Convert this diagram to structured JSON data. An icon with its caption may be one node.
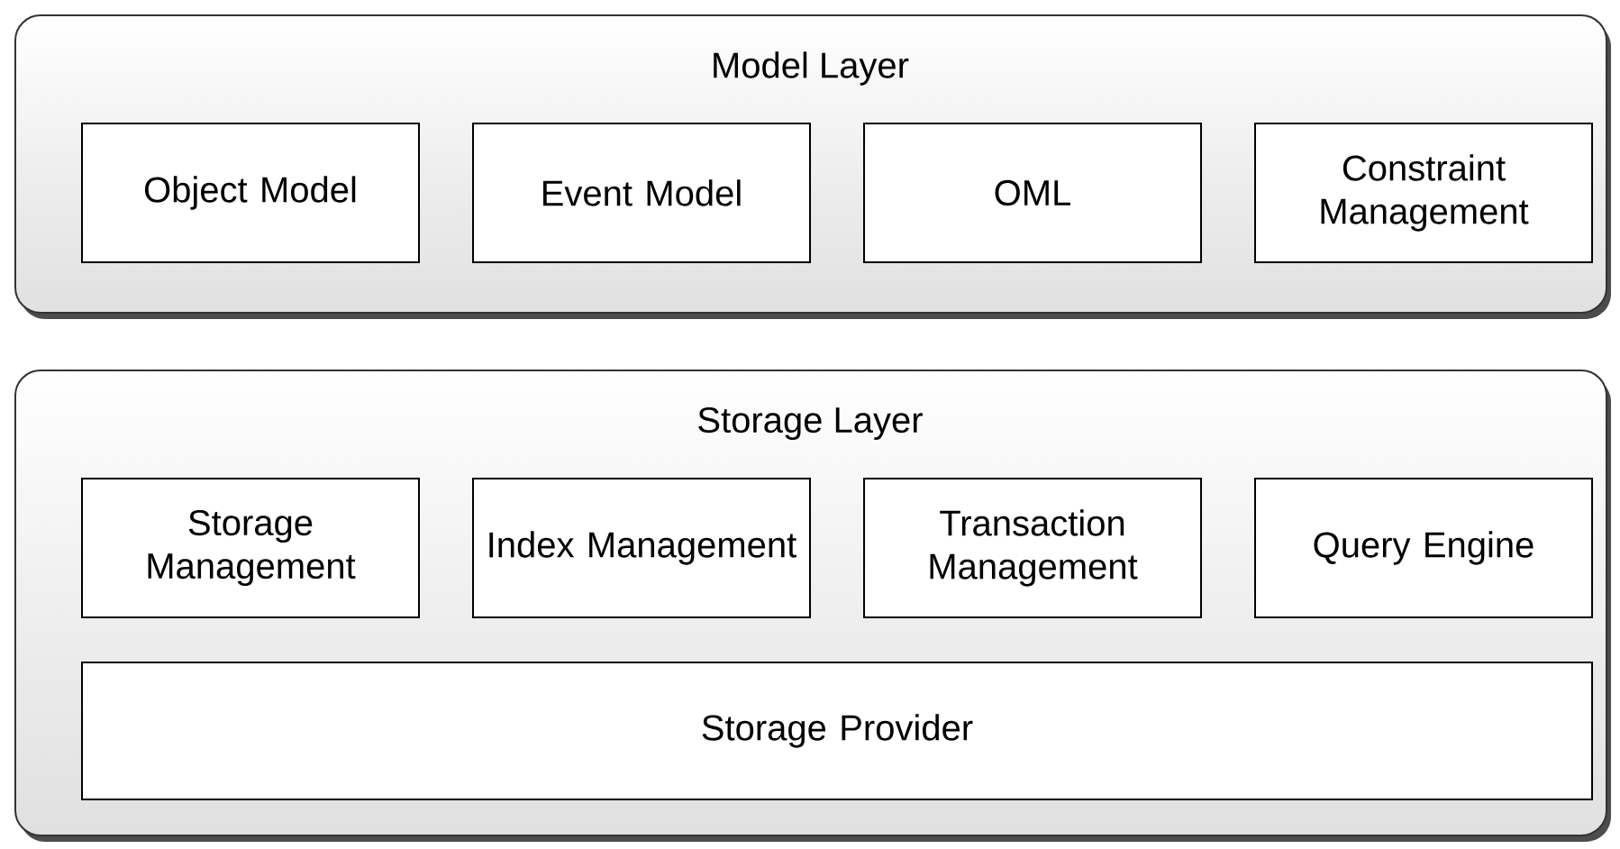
{
  "diagram": {
    "nodes": [
      {
        "text": [
          "Model Layer"
        ]
      },
      {
        "text": [
          "Object Model"
        ],
        "in": 0
      },
      {
        "text": [
          "Event Model"
        ],
        "in": 0
      },
      {
        "text": [
          "OML"
        ],
        "in": 0
      },
      {
        "text": [
          "Constraint Management"
        ],
        "in": 0
      },
      {
        "text": [
          "Storage Layer"
        ]
      },
      {
        "text": [
          "Storage Management"
        ],
        "in": 5
      },
      {
        "text": [
          "Index Management"
        ],
        "in": 5
      },
      {
        "text": [
          "Transaction Management"
        ],
        "in": 5
      },
      {
        "text": [
          "Query Engine"
        ],
        "in": 5
      },
      {
        "text": [
          "Storage Provider"
        ],
        "in": 5
      }
    ]
  }
}
